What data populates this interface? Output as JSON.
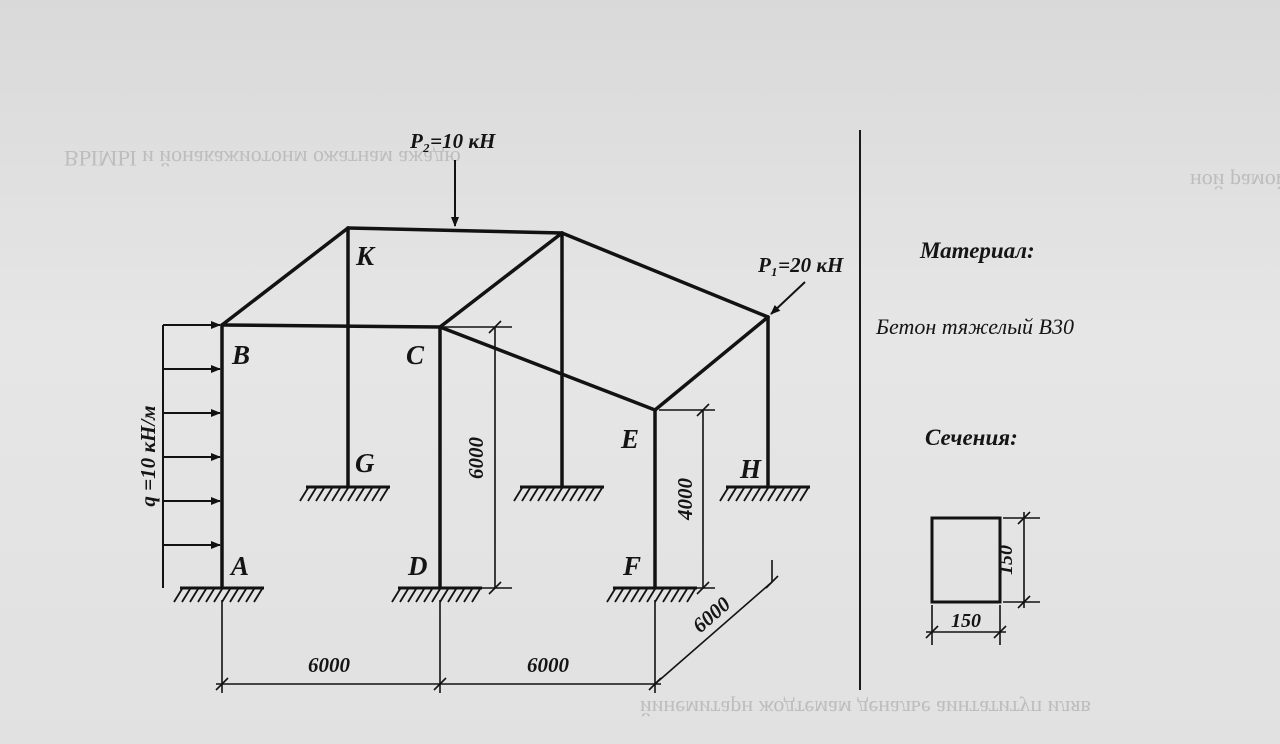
{
  "loads": {
    "p2": "P₂=10 кН",
    "p1": "P₁=20 кН",
    "q": "q =10 кН/м"
  },
  "nodes": {
    "A": "A",
    "B": "B",
    "C": "C",
    "D": "D",
    "E": "E",
    "F": "F",
    "G": "G",
    "H": "H",
    "K": "K"
  },
  "dimensions": {
    "span_1": "6000",
    "span_2": "6000",
    "depth": "6000",
    "height_c": "6000",
    "height_e": "4000"
  },
  "material": {
    "heading": "Материал:",
    "value": "Бетон тяжелый В30"
  },
  "section": {
    "heading": "Сечения:",
    "width": "150",
    "height": "150"
  },
  "ghost": {
    "line_1": "ВЫМЫ и йонакажиотонм ожатнам ажадю",
    "line_2": "ной рамой (рис.",
    "line_3": "йинемитарн жодтемам деналье аинтатитуп иляв"
  }
}
